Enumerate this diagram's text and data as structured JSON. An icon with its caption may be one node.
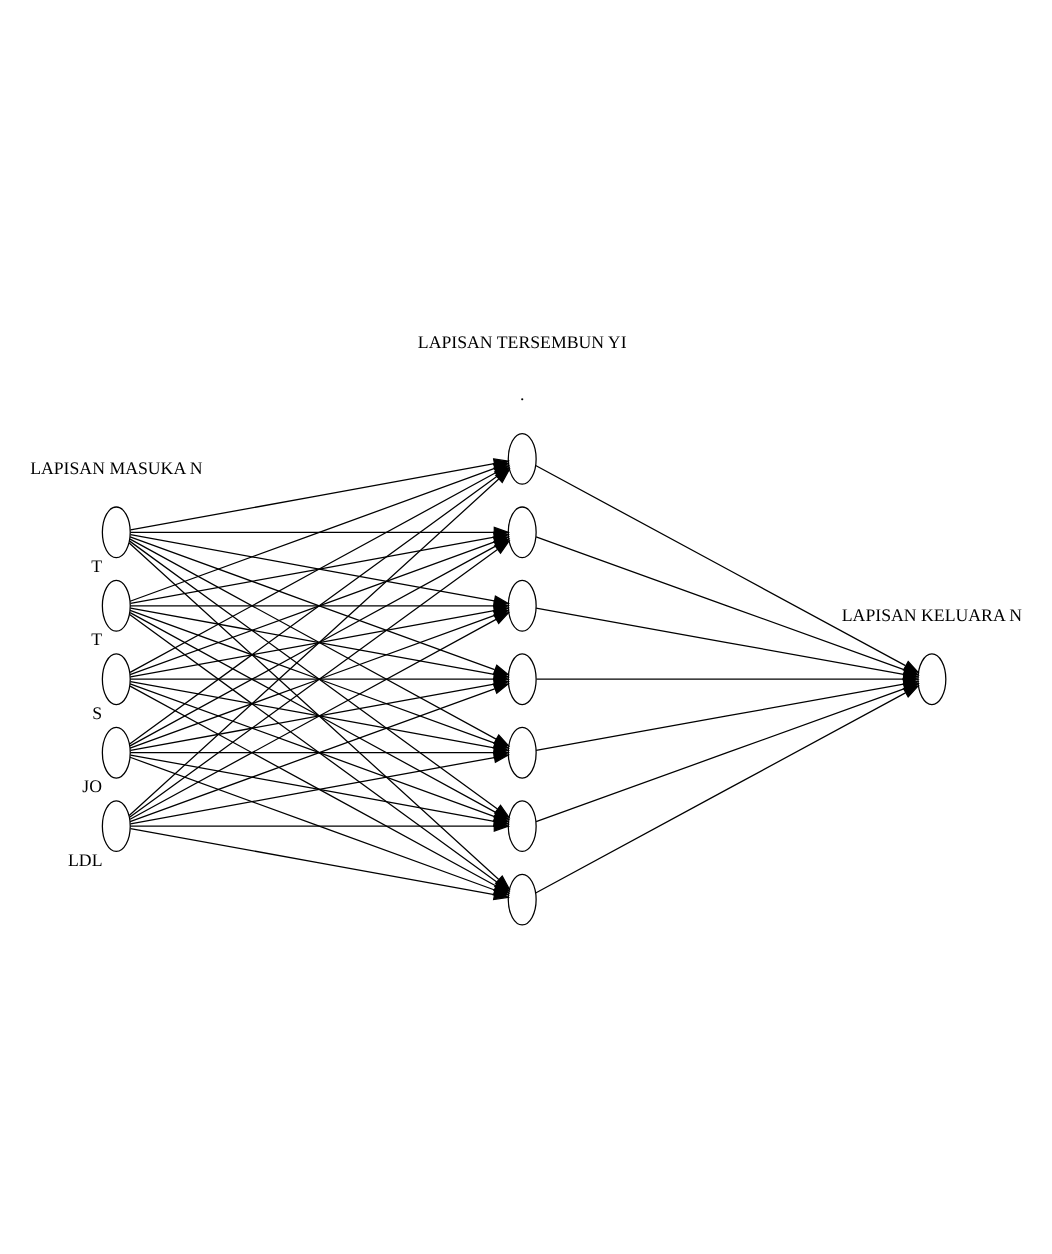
{
  "diagram": {
    "nodes": [
      {
        "text": [],
        "shape": "ellipse",
        "beside": [
          "T"
        ]
      },
      {
        "text": [],
        "shape": "ellipse",
        "beside": [
          "S"
        ]
      },
      {
        "text": [],
        "shape": "ellipse",
        "beside": [
          "JO"
        ]
      },
      {
        "text": [],
        "shape": "ellipse",
        "beside": [
          "LDL"
        ]
      },
      {
        "text": [],
        "shape": "ellipse",
        "beside": [
          "T"
        ]
      },
      {
        "text": [],
        "shape": "ellipse"
      },
      {
        "text": [],
        "shape": "ellipse"
      },
      {
        "text": [],
        "shape": "ellipse"
      },
      {
        "text": [],
        "shape": "ellipse"
      },
      {
        "text": [],
        "shape": "ellipse"
      },
      {
        "text": [],
        "shape": "ellipse"
      },
      {
        "text": [],
        "shape": "ellipse"
      },
      {
        "text": [],
        "shape": "ellipse"
      }
    ],
    "edges": [
      {
        "from": 0,
        "to": 5,
        "arrow": "to"
      },
      {
        "from": 0,
        "to": 6,
        "arrow": "to"
      },
      {
        "from": 0,
        "to": 7,
        "arrow": "to"
      },
      {
        "from": 0,
        "to": 8,
        "arrow": "to"
      },
      {
        "from": 0,
        "to": 9,
        "arrow": "to"
      },
      {
        "from": 0,
        "to": 10,
        "arrow": "to"
      },
      {
        "from": 0,
        "to": 11,
        "arrow": "to"
      },
      {
        "from": 1,
        "to": 5,
        "arrow": "to"
      },
      {
        "from": 1,
        "to": 6,
        "arrow": "to"
      },
      {
        "from": 1,
        "to": 7,
        "arrow": "to"
      },
      {
        "from": 1,
        "to": 8,
        "arrow": "to"
      },
      {
        "from": 1,
        "to": 9,
        "arrow": "to"
      },
      {
        "from": 1,
        "to": 10,
        "arrow": "to"
      },
      {
        "from": 1,
        "to": 11,
        "arrow": "to"
      },
      {
        "from": 2,
        "to": 5,
        "arrow": "to"
      },
      {
        "from": 2,
        "to": 6,
        "arrow": "to"
      },
      {
        "from": 2,
        "to": 7,
        "arrow": "to"
      },
      {
        "from": 2,
        "to": 8,
        "arrow": "to"
      },
      {
        "from": 2,
        "to": 9,
        "arrow": "to"
      },
      {
        "from": 2,
        "to": 10,
        "arrow": "to"
      },
      {
        "from": 2,
        "to": 11,
        "arrow": "to"
      },
      {
        "from": 3,
        "to": 5,
        "arrow": "to"
      },
      {
        "from": 3,
        "to": 6,
        "arrow": "to"
      },
      {
        "from": 3,
        "to": 7,
        "arrow": "to"
      },
      {
        "from": 3,
        "to": 8,
        "arrow": "to"
      },
      {
        "from": 3,
        "to": 9,
        "arrow": "to"
      },
      {
        "from": 3,
        "to": 10,
        "arrow": "to"
      },
      {
        "from": 3,
        "to": 11,
        "arrow": "to"
      },
      {
        "from": 4,
        "to": 5,
        "arrow": "to"
      },
      {
        "from": 4,
        "to": 6,
        "arrow": "to"
      },
      {
        "from": 4,
        "to": 7,
        "arrow": "to"
      },
      {
        "from": 4,
        "to": 8,
        "arrow": "to"
      },
      {
        "from": 4,
        "to": 9,
        "arrow": "to"
      },
      {
        "from": 4,
        "to": 10,
        "arrow": "to"
      },
      {
        "from": 4,
        "to": 11,
        "arrow": "to"
      },
      {
        "from": 5,
        "to": 12,
        "arrow": "to"
      },
      {
        "from": 6,
        "to": 12,
        "arrow": "to"
      },
      {
        "from": 7,
        "to": 12,
        "arrow": "to"
      },
      {
        "from": 8,
        "to": 12,
        "arrow": "to"
      },
      {
        "from": 9,
        "to": 12,
        "arrow": "to"
      },
      {
        "from": 10,
        "to": 12,
        "arrow": "to"
      },
      {
        "from": 11,
        "to": 12,
        "arrow": "to"
      }
    ],
    "labels": [
      "LAPISAN MASUKA N",
      ".",
      "LAPISAN TERSEMBUN YI",
      "LAPISAN KELUARA N"
    ]
  }
}
